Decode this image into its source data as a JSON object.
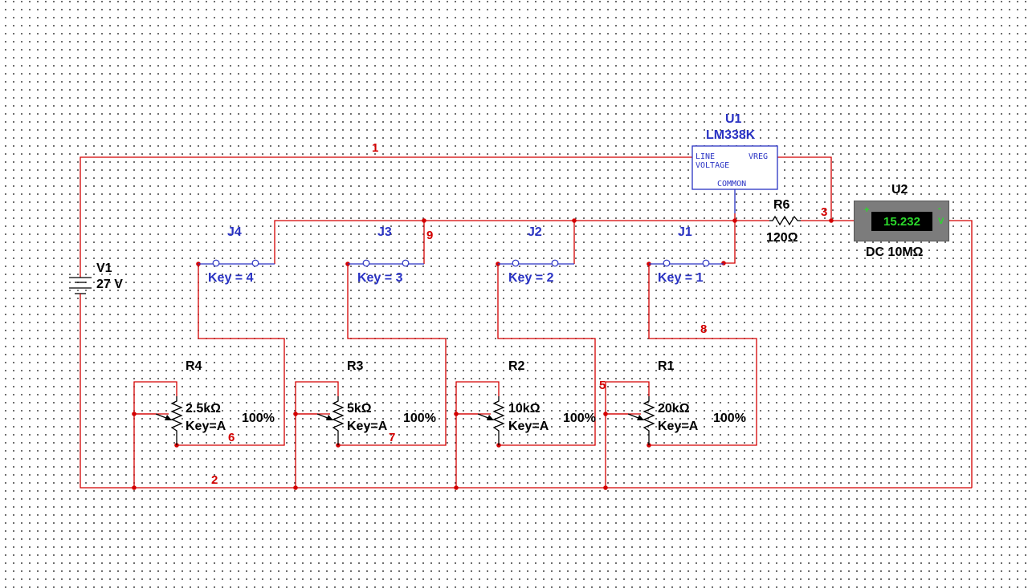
{
  "net_labels": {
    "n1": "1",
    "n2": "2",
    "n3": "3",
    "n5": "5",
    "n6": "6",
    "n7": "7",
    "n8": "8",
    "n9": "9"
  },
  "regulator": {
    "ref": "U1",
    "part": "LM338K",
    "pin_line": "LINE",
    "pin_voltage": "VOLTAGE",
    "pin_vreg": "VREG",
    "pin_common": "COMMON"
  },
  "source": {
    "ref": "V1",
    "value": "27 V"
  },
  "resistor_fixed": {
    "ref": "R6",
    "value": "120Ω"
  },
  "meter": {
    "ref": "U2",
    "reading": "15.232",
    "mode_label": "DC  10MΩ",
    "plus": "+",
    "minus": "-",
    "unit": "V"
  },
  "switches": [
    {
      "ref": "J4",
      "key": "Key = 4"
    },
    {
      "ref": "J3",
      "key": "Key = 3"
    },
    {
      "ref": "J2",
      "key": "Key = 2"
    },
    {
      "ref": "J1",
      "key": "Key = 1"
    }
  ],
  "potentiometers": [
    {
      "ref": "R4",
      "value": "2.5kΩ",
      "key": "Key=A",
      "setting": "100%"
    },
    {
      "ref": "R3",
      "value": "5kΩ",
      "key": "Key=A",
      "setting": "100%"
    },
    {
      "ref": "R2",
      "value": "10kΩ",
      "key": "Key=A",
      "setting": "100%"
    },
    {
      "ref": "R1",
      "value": "20kΩ",
      "key": "Key=A",
      "setting": "100%"
    }
  ],
  "colors": {
    "wire": "#d40000",
    "component_label": "#2a33c4",
    "meter_display": "#2bd92b"
  }
}
